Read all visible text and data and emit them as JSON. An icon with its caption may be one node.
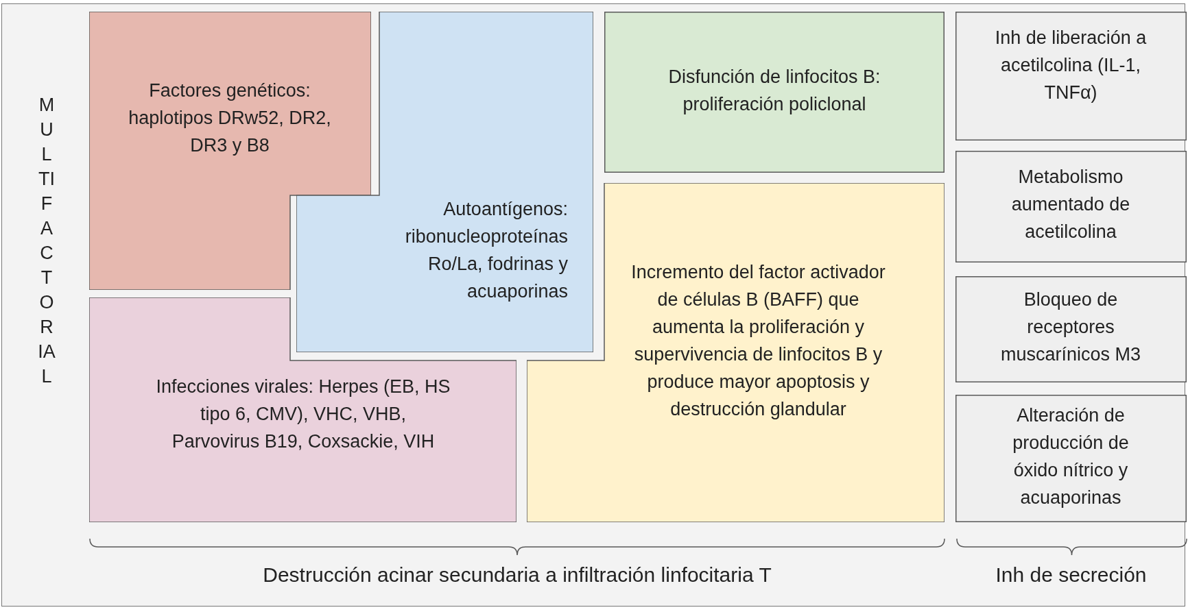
{
  "diagram": {
    "nodes": [
      {
        "text": [
          "Factores genéticos: haplotipos DRw52, DR2, DR3 y B8"
        ]
      },
      {
        "text": [
          "Autoantígenos: ribonucleoproteínas Ro/La, fodrinas y acuaporinas"
        ]
      },
      {
        "text": [
          "Infecciones virales: Herpes (EB, HS tipo 6, CMV), VHC, VHB, Parvovirus B19, Coxsackie, VIH"
        ]
      },
      {
        "text": [
          "Disfunción de linfocitos B: proliferación policlonal"
        ]
      },
      {
        "text": [
          "Incremento del factor activador de células B (BAFF) que aumenta la proliferación y supervivencia de linfocitos B y produce mayor apoptosis y destrucción glandular"
        ]
      },
      {
        "text": [
          "Inh de liberación a acetilcolina (IL-1, TNFα)"
        ]
      },
      {
        "text": [
          "Metabolismo aumentado de acetilcolina"
        ]
      },
      {
        "text": [
          "Bloqueo de receptores muscarínicos M3"
        ]
      },
      {
        "text": [
          "Alteración de producción de óxido nítrico y acuaporinas"
        ]
      }
    ],
    "labels": [
      "MULTIFACTORIAL",
      "Destrucción acinar secundaria a infiltración linfocitaria T",
      "Inh de secreción"
    ]
  }
}
